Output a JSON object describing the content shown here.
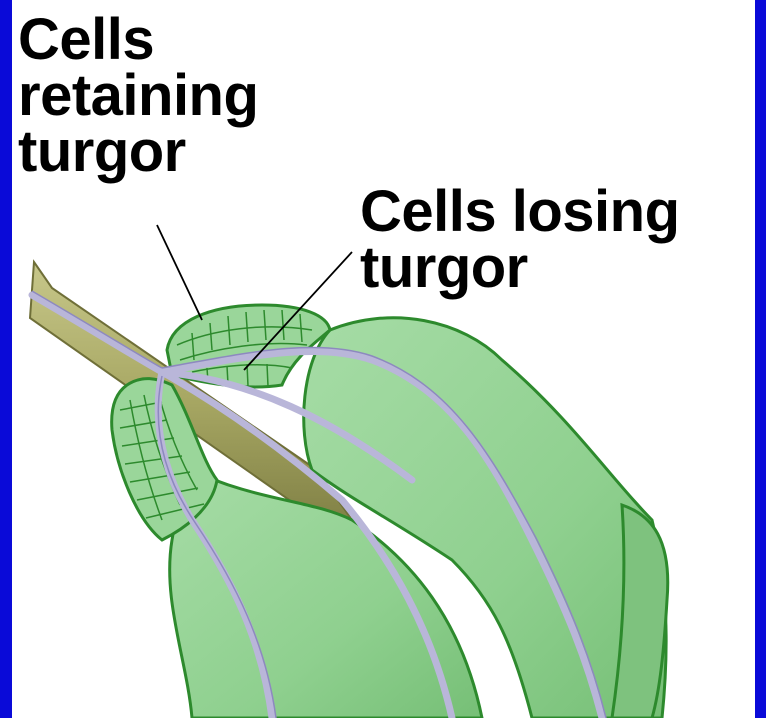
{
  "labels": {
    "retaining": [
      "Cells",
      "retaining",
      "turgor"
    ],
    "losing": [
      "Cells losing",
      "turgor"
    ]
  },
  "colors": {
    "border": "#0a0ad8",
    "background": "#ffffff",
    "leaf_green": "#8fd08f",
    "leaf_outline": "#2d8a2d",
    "vein": "#b9b6d9",
    "stem": "#a8a864",
    "text": "#000000"
  }
}
